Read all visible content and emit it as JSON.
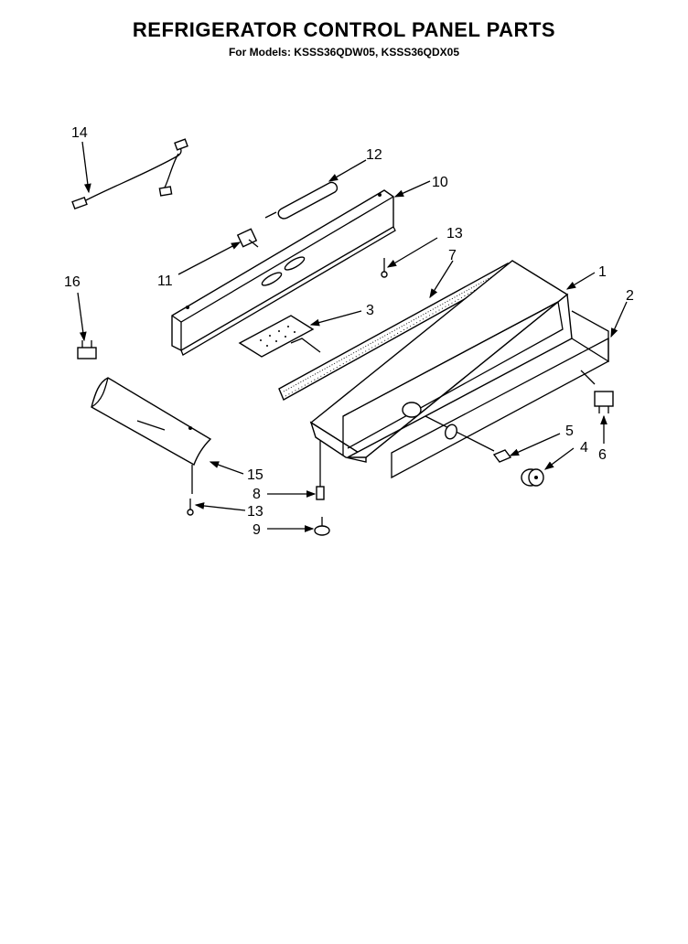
{
  "title": "REFRIGERATOR CONTROL PANEL PARTS",
  "subtitle": "For Models: KSSS36QDW05, KSSS36QDX05",
  "callouts": {
    "c1": "1",
    "c2": "2",
    "c3": "3",
    "c4": "4",
    "c5": "5",
    "c6": "6",
    "c7": "7",
    "c8": "8",
    "c9": "9",
    "c10": "10",
    "c11": "11",
    "c12": "12",
    "c13a": "13",
    "c13b": "13",
    "c14": "14",
    "c15": "15",
    "c16": "16"
  }
}
